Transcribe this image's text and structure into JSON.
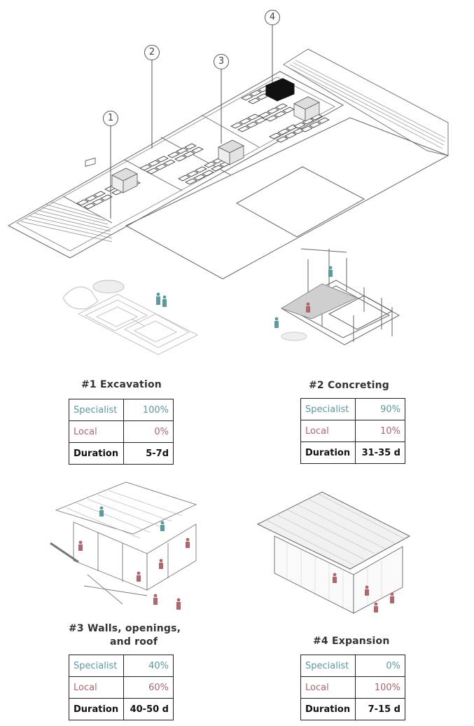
{
  "markers": [
    "1",
    "2",
    "3",
    "4"
  ],
  "phases": [
    {
      "title": "#1 Excavation",
      "rows": [
        {
          "label": "Specialist",
          "value": "100%"
        },
        {
          "label": "Local",
          "value": "0%"
        },
        {
          "label": "Duration",
          "value": "5-7d"
        }
      ]
    },
    {
      "title": "#2 Concreting",
      "rows": [
        {
          "label": "Specialist",
          "value": "90%"
        },
        {
          "label": "Local",
          "value": "10%"
        },
        {
          "label": "Duration",
          "value": "31-35 d"
        }
      ]
    },
    {
      "title_line1": "#3  Walls, openings,",
      "title_line2": "and roof",
      "rows": [
        {
          "label": "Specialist",
          "value": "40%"
        },
        {
          "label": "Local",
          "value": "60%"
        },
        {
          "label": "Duration",
          "value": "40-50 d"
        }
      ]
    },
    {
      "title": "#4 Expansion",
      "rows": [
        {
          "label": "Specialist",
          "value": "0%"
        },
        {
          "label": "Local",
          "value": "100%"
        },
        {
          "label": "Duration",
          "value": "7-15 d"
        }
      ]
    }
  ],
  "colors": {
    "specialist": "#5b9a9e",
    "local": "#b0666b",
    "line": "#555555"
  }
}
